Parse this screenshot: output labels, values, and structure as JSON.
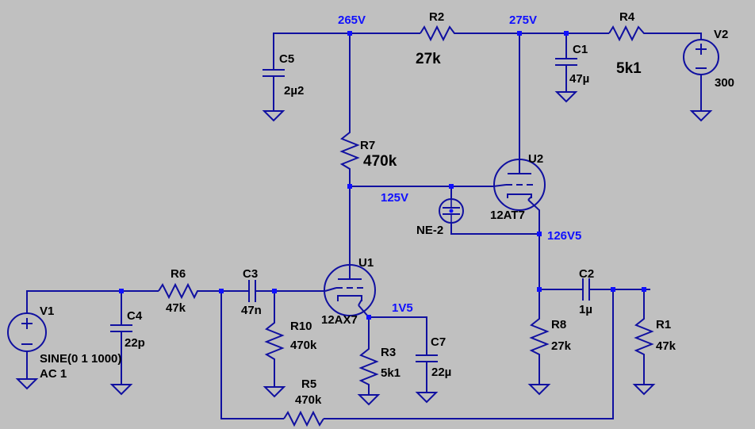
{
  "nodes": {
    "n265": "265V",
    "n275": "275V",
    "n125": "125V",
    "n126": "126V5",
    "n1v5": "1V5"
  },
  "components": {
    "r2": {
      "ref": "R2",
      "value": "27k"
    },
    "r4": {
      "ref": "R4",
      "value": "5k1"
    },
    "r7": {
      "ref": "R7",
      "value": "470k"
    },
    "r6": {
      "ref": "R6",
      "value": "47k"
    },
    "r10": {
      "ref": "R10",
      "value": "470k"
    },
    "r3": {
      "ref": "R3",
      "value": "5k1"
    },
    "r5": {
      "ref": "R5",
      "value": "470k"
    },
    "r8": {
      "ref": "R8",
      "value": "27k"
    },
    "r1": {
      "ref": "R1",
      "value": "47k"
    },
    "c5": {
      "ref": "C5",
      "value": "2µ2"
    },
    "c1": {
      "ref": "C1",
      "value": "47µ"
    },
    "c3": {
      "ref": "C3",
      "value": "47n"
    },
    "c4": {
      "ref": "C4",
      "value": "22p"
    },
    "c7": {
      "ref": "C7",
      "value": "22µ"
    },
    "c2": {
      "ref": "C2",
      "value": "1µ"
    },
    "u1": {
      "ref": "U1",
      "value": "12AX7"
    },
    "u2": {
      "ref": "U2",
      "value": "12AT7"
    },
    "ne": {
      "value": "NE-2"
    },
    "v1": {
      "ref": "V1",
      "value": "SINE(0 1 1000)",
      "value2": "AC 1"
    },
    "v2": {
      "ref": "V2",
      "value": "300"
    }
  }
}
